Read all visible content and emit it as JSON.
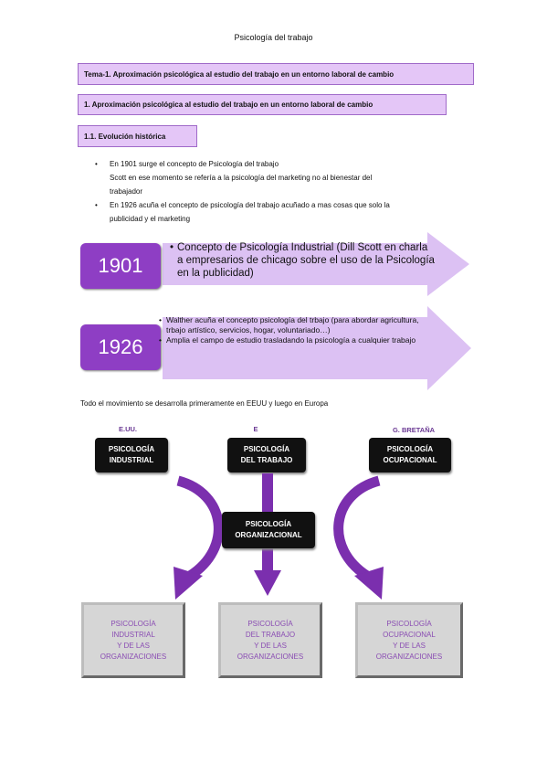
{
  "page_title": "Psicología del trabajo",
  "heading1": "Tema-1. Aproximación psicológica al estudio del trabajo en un entorno laboral de cambio",
  "heading2": "1. Aproximación psicológica al estudio del trabajo en un entorno laboral de cambio",
  "heading3": "1.1. Evolución histórica",
  "bullets": [
    {
      "line1": "En 1901 surge el concepto de Psicología del trabajo",
      "line2": "Scott en ese momento se refería a la psicología del marketing no al bienestar del",
      "line3": "trabajador"
    },
    {
      "line1": "En 1926 acuña el concepto de psicología del trabajo acuñado a mas cosas que solo la",
      "line2": "publicidad y el marketing"
    }
  ],
  "timeline": [
    {
      "year": "1901",
      "items": [
        "Concepto de Psicología Industrial (Dill Scott en charla a empresarios de chicago sobre el uso de la Psicología en la publicidad)"
      ]
    },
    {
      "year": "1926",
      "items": [
        "Walther acuña el concepto psicología del trbajo (para abordar agricultura, trbajo artístico, servicios, hogar, voluntariado…)",
        "Amplia el campo de estudio trasladando la psicología a cualquier trabajo"
      ]
    }
  ],
  "movement_text": "Todo el movimiento se desarrolla primeramente en EEUU y luego en Europa",
  "diagram": {
    "countries": [
      "E.UU.",
      "E",
      "G. BRETAÑA"
    ],
    "top_boxes": [
      {
        "l1": "PSICOLOGÍA",
        "l2": "INDUSTRIAL"
      },
      {
        "l1": "PSICOLOGÍA",
        "l2": "DEL TRABAJO"
      },
      {
        "l1": "PSICOLOGÍA",
        "l2": "OCUPACIONAL"
      }
    ],
    "middle_box": {
      "l1": "PSICOLOGÍA",
      "l2": "ORGANIZACIONAL"
    },
    "bottom_boxes": [
      {
        "l1": "PSICOLOGÍA",
        "l2": "INDUSTRIAL",
        "l3": "Y DE LAS",
        "l4": "ORGANIZACIONES"
      },
      {
        "l1": "PSICOLOGÍA",
        "l2": "DEL TRABAJO",
        "l3": "Y DE LAS",
        "l4": "ORGANIZACIONES"
      },
      {
        "l1": "PSICOLOGÍA",
        "l2": "OCUPACIONAL",
        "l3": "Y DE LAS",
        "l4": "ORGANIZACIONES"
      }
    ],
    "colors": {
      "arrow": "#7b2fae",
      "gray_box_text": "#8a4db3"
    }
  },
  "colors": {
    "heading_bg": "#e4c6f7",
    "year_bg": "#8e3ec4",
    "timeline_arrow": "#dcc1f3"
  }
}
